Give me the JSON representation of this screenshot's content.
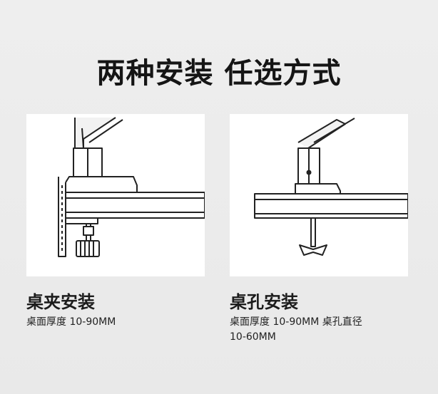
{
  "headline": "两种安装 任选方式",
  "options": [
    {
      "title": "桌夹安装",
      "spec_line1": "桌面厚度 10-90MM",
      "spec_line2": ""
    },
    {
      "title": "桌孔安装",
      "spec_line1": "桌面厚度 10-90MM   桌孔直径",
      "spec_line2": "10-60MM"
    }
  ],
  "colors": {
    "background": "#ececec",
    "panel": "#ffffff",
    "line_art": "#222222"
  }
}
